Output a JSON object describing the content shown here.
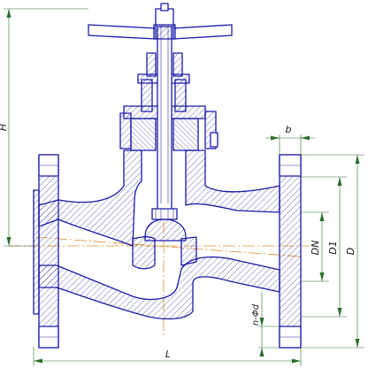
{
  "dimension_labels": {
    "height": "H",
    "flange_thickness": "b",
    "nominal_diameter": "DN",
    "bolt_circle_diameter": "D1",
    "flange_diameter": "D",
    "bolt_holes": "n-Φd",
    "length": "L"
  },
  "colors": {
    "outline": "#1a1aa8",
    "hatch": "#2a2a9a",
    "centerline": "#e08a2a",
    "dimension": "#2c6e2c"
  }
}
